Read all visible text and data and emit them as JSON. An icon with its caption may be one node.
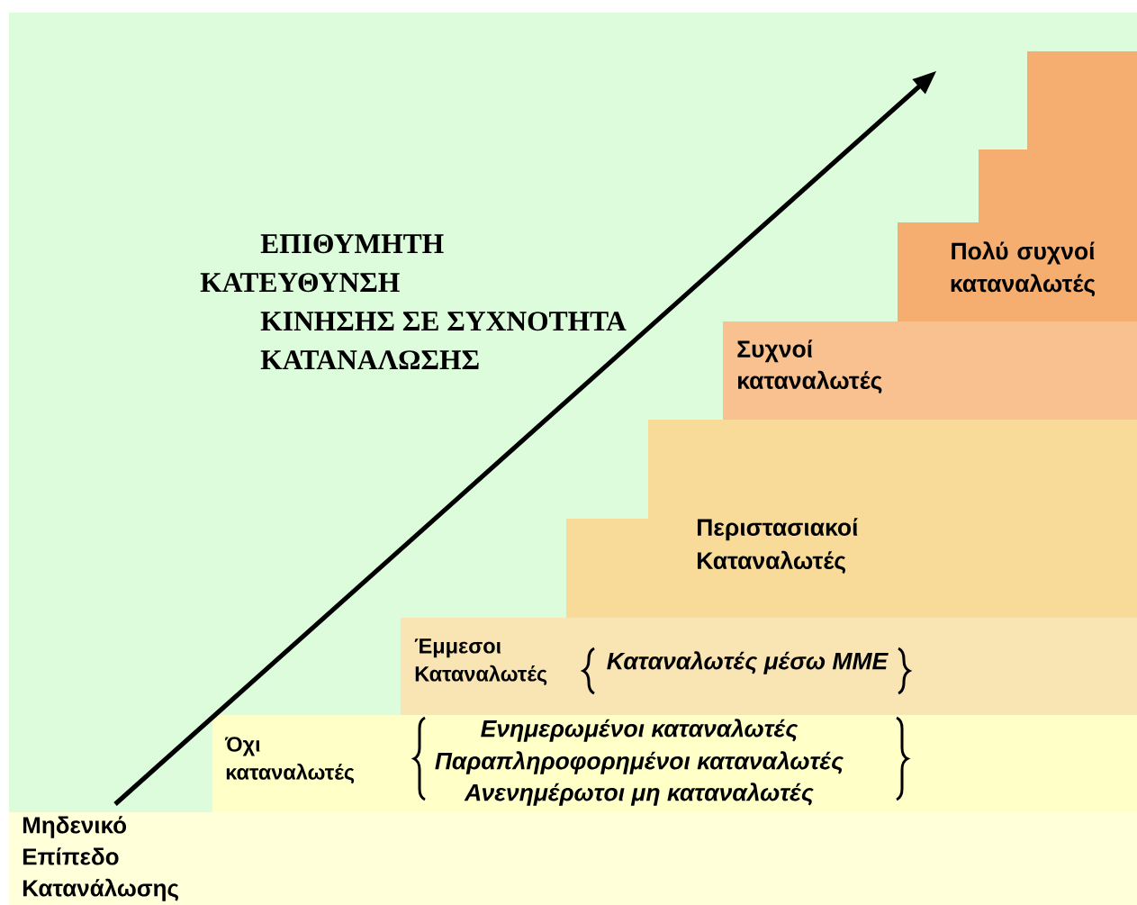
{
  "diagram": {
    "nodes": [
      {
        "text": [
          "Μηδενικό Επίπεδο Κατανάλωσης"
        ]
      },
      {
        "text": [
          "Όχι καταναλωτές",
          "Ενημερωμένοι καταναλωτές",
          "Παραπληροφορημένοι καταναλωτές",
          "Ανενημέρωτοι μη καταναλωτές"
        ]
      },
      {
        "text": [
          "Έμμεσοι Καταναλωτές",
          "Καταναλωτές μέσω ΜΜΕ"
        ]
      },
      {
        "text": [
          "Περιστασιακοί Καταναλωτές"
        ]
      },
      {
        "text": [
          "Συχνοί καταναλωτές"
        ]
      },
      {
        "text": [
          "Πολύ συχνοί καταναλωτές"
        ]
      }
    ],
    "labels": [
      "ΕΠΙΘΥΜΗΤΗ",
      "ΚΑΤΕΥΘΥΝΣΗ",
      "ΚΙΝΗΣΗΣ ΣΕ ΣΥΧΝΟΤΗΤΑ",
      "ΚΑΤΑΝΑΛΩΣΗΣ"
    ]
  }
}
